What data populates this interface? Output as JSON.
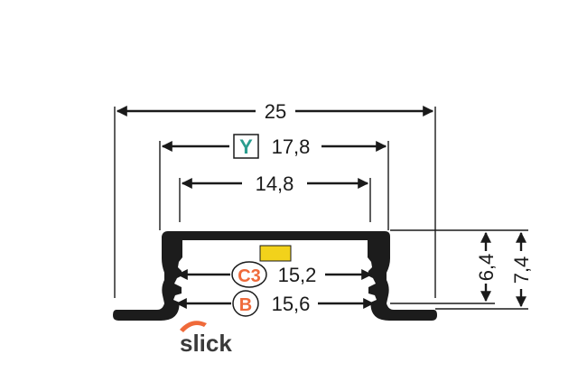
{
  "dimensions": {
    "overall_width": "25",
    "y_width": "17,8",
    "inner_width": "14,8",
    "c3_width": "15,2",
    "b_width": "15,6",
    "height_inner": "6,4",
    "height_outer": "7,4"
  },
  "badges": {
    "y": "Y",
    "c3": "C3",
    "b": "B"
  },
  "logo": {
    "text": "slick"
  },
  "colors": {
    "line": "#1a1a1a",
    "profile": "#1c1c1c",
    "y_badge": "#2a9d8f",
    "orange_badge": "#ef6a3a",
    "led": "#f2d21b"
  }
}
